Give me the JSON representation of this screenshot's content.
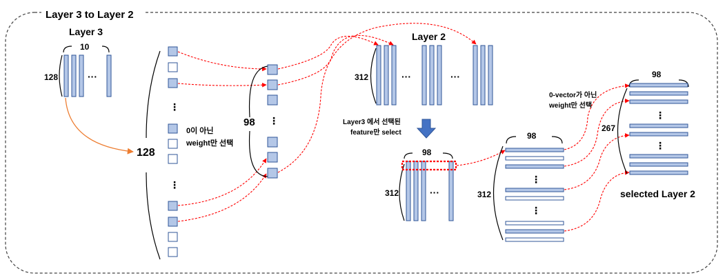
{
  "frame": {
    "title": "Layer 3 to Layer 2"
  },
  "layer3": {
    "title": "Layer 3",
    "width_label": "10",
    "height_label": "128",
    "ellipsis": "···"
  },
  "column128": {
    "label": "128"
  },
  "annotation_nonzero": {
    "line1": "0이 아닌",
    "line2": "weight만 선택"
  },
  "selected_column": {
    "label": "98",
    "ellipsis": "⋮"
  },
  "layer2": {
    "title": "Layer 2",
    "height_label": "312",
    "ellipsis": "···"
  },
  "select_note": {
    "line1": "Layer3 에서 선택된",
    "line2": "feature만 select"
  },
  "subset_matrix": {
    "width_label": "98",
    "height_label": "312",
    "ellipsis": "···"
  },
  "transposed": {
    "width_label": "98",
    "height_label": "312",
    "ellipsis": "⋮"
  },
  "annotation_zero_vector": {
    "line1": "0-vector가 아닌",
    "line2": "weight만 선택"
  },
  "selected_layer2": {
    "title": "selected Layer 2",
    "width_label": "98",
    "height_label": "267",
    "ellipsis": "⋮"
  },
  "colors": {
    "fill": "#b4c7e7",
    "stroke": "#2f5597",
    "red_dash": "#ff0000",
    "orange": "#ed7d31",
    "arrow_blue": "#4472c4",
    "frame": "#404040"
  }
}
